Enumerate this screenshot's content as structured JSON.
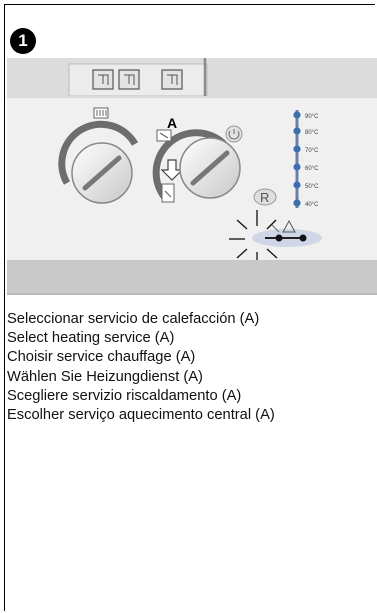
{
  "step_number": "1",
  "panel": {
    "knob_label": "A",
    "service_letter": "R",
    "temperature_scale": [
      "90°C",
      "80°C",
      "70°C",
      "60°C",
      "50°C",
      "40°C"
    ]
  },
  "instructions": [
    "Seleccionar servicio de calefacción (A)",
    "Select heating service (A)",
    "Choisir service chauffage (A)",
    "Wählen Sie Heizungdienst (A)",
    "Scegliere servizio riscaldamento (A)",
    "Escolher serviço aquecimento central (A)"
  ],
  "colors": {
    "panel_top": "#dcdcdc",
    "panel_face": "#f0f0f0",
    "panel_bottom": "#c9c9c9",
    "indicator_led": "#3f6fb0"
  }
}
